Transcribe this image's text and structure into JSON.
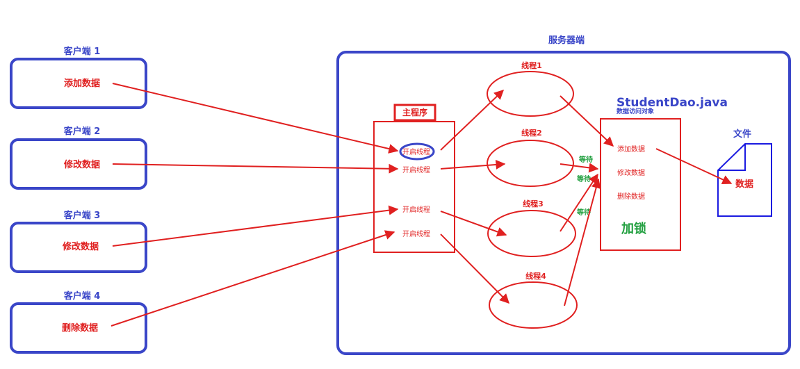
{
  "clients": [
    {
      "title": "客户端 1",
      "action": "添加数据"
    },
    {
      "title": "客户端 2",
      "action": "修改数据"
    },
    {
      "title": "客户端 3",
      "action": "修改数据"
    },
    {
      "title": "客户端 4",
      "action": "删除数据"
    }
  ],
  "server": {
    "title": "服务器端",
    "main_program": {
      "title": "主程序",
      "items": [
        "开启线程",
        "开启线程",
        "开启线程",
        "开启线程"
      ]
    },
    "threads": [
      "线程1",
      "线程2",
      "线程3",
      "线程4"
    ],
    "wait_labels": [
      "等待",
      "等待",
      "等待"
    ],
    "dao": {
      "title": "StudentDao.java",
      "subtitle": "数据访问对象",
      "methods": [
        "添加数据",
        "修改数据",
        "删除数据"
      ],
      "lock": "加锁"
    },
    "file": {
      "title": "文件",
      "content": "数据"
    }
  },
  "colors": {
    "blue": "#3a46c8",
    "red": "#e02020",
    "green": "#22a040",
    "file_blue": "#1a1ae0"
  }
}
